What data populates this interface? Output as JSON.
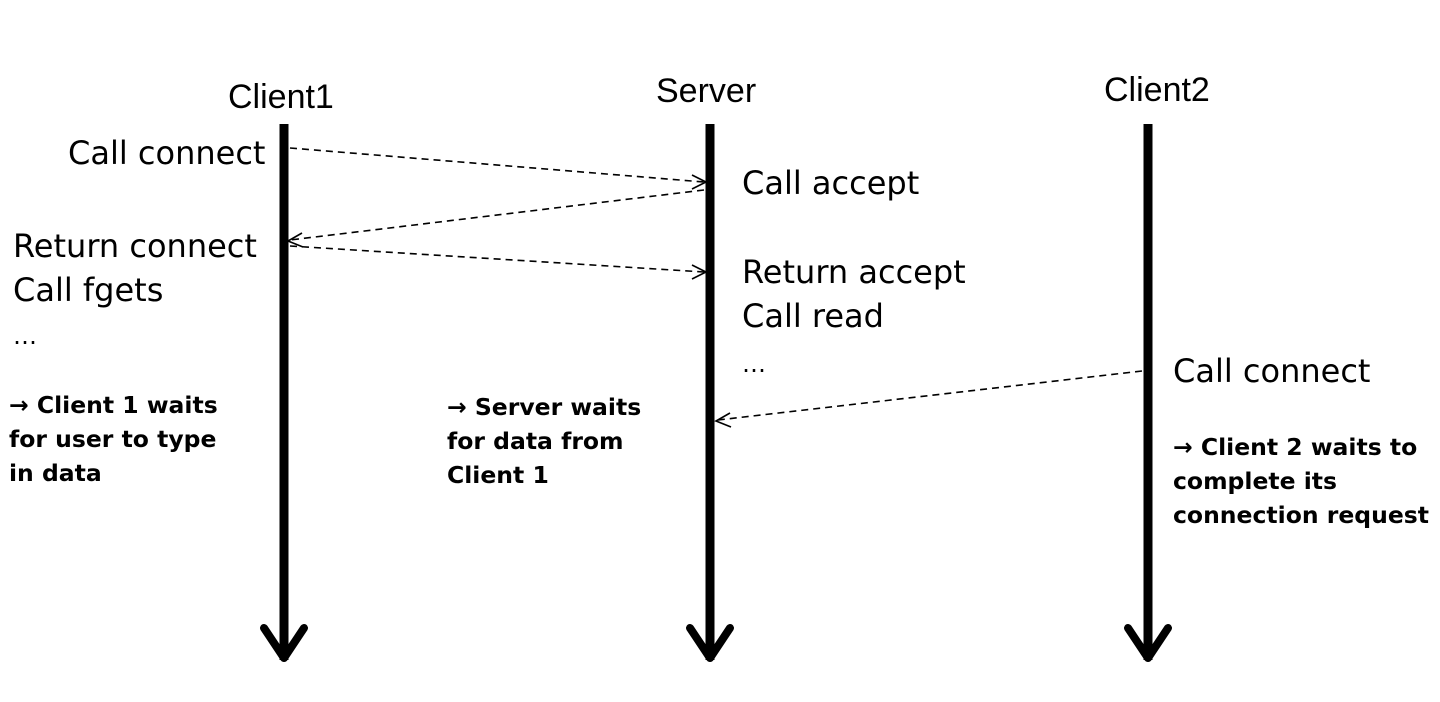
{
  "lanes": {
    "client1": "Client1",
    "server": "Server",
    "client2": "Client2"
  },
  "steps": {
    "client1_call_connect": "Call connect",
    "client1_return_connect": "Return connect",
    "client1_call_fgets": "Call fgets",
    "client1_ellipsis": "…",
    "server_call_accept": "Call accept",
    "server_return_accept": "Return accept",
    "server_call_read": "Call read",
    "server_ellipsis": "…",
    "client2_call_connect": "Call connect"
  },
  "notes": {
    "client1": [
      "→ Client 1 waits",
      "for user to type",
      "in data"
    ],
    "server": [
      "→ Server waits",
      "for data from",
      "Client 1"
    ],
    "client2": [
      "→ Client 2 waits to",
      "complete its",
      "connection request"
    ]
  },
  "colors": {
    "line": "#000000",
    "background": "#ffffff"
  }
}
